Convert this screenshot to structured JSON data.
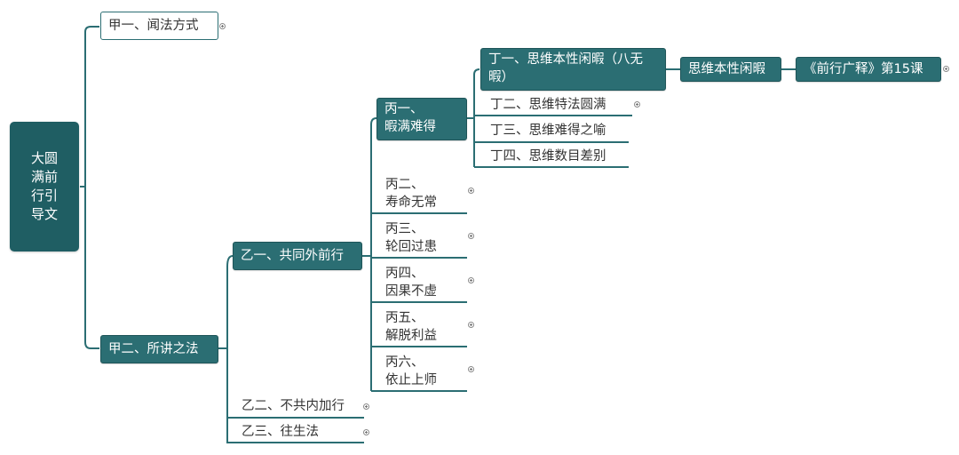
{
  "root": {
    "label": "大圆满前行引导文"
  },
  "jia1": {
    "label": "甲一、闻法方式"
  },
  "jia2": {
    "label": "甲二、所讲之法"
  },
  "yi1": {
    "label": "乙一、共同外前行"
  },
  "yi2": {
    "label": "乙二、不共内加行"
  },
  "yi3": {
    "label": "乙三、往生法"
  },
  "bing1": {
    "line1": "丙一、",
    "line2": "暇满难得"
  },
  "bing2": {
    "line1": "丙二、",
    "line2": "寿命无常"
  },
  "bing3": {
    "line1": "丙三、",
    "line2": "轮回过患"
  },
  "bing4": {
    "line1": "丙四、",
    "line2": "因果不虚"
  },
  "bing5": {
    "line1": "丙五、",
    "line2": "解脱利益"
  },
  "bing6": {
    "line1": "丙六、",
    "line2": "依止上师"
  },
  "ding1": {
    "line1": "丁一、思维本性闲暇（八无",
    "line2": "暇）"
  },
  "ding2": {
    "label": "丁二、思维特法圆满"
  },
  "ding3": {
    "label": "丁三、思维难得之喻"
  },
  "ding4": {
    "label": "丁四、思维数目差别"
  },
  "sub1": {
    "label": "思维本性闲暇"
  },
  "sub2": {
    "label": "《前行广释》第15课"
  },
  "colors": {
    "accent": "#2b6e73",
    "root": "#1f5e63"
  }
}
